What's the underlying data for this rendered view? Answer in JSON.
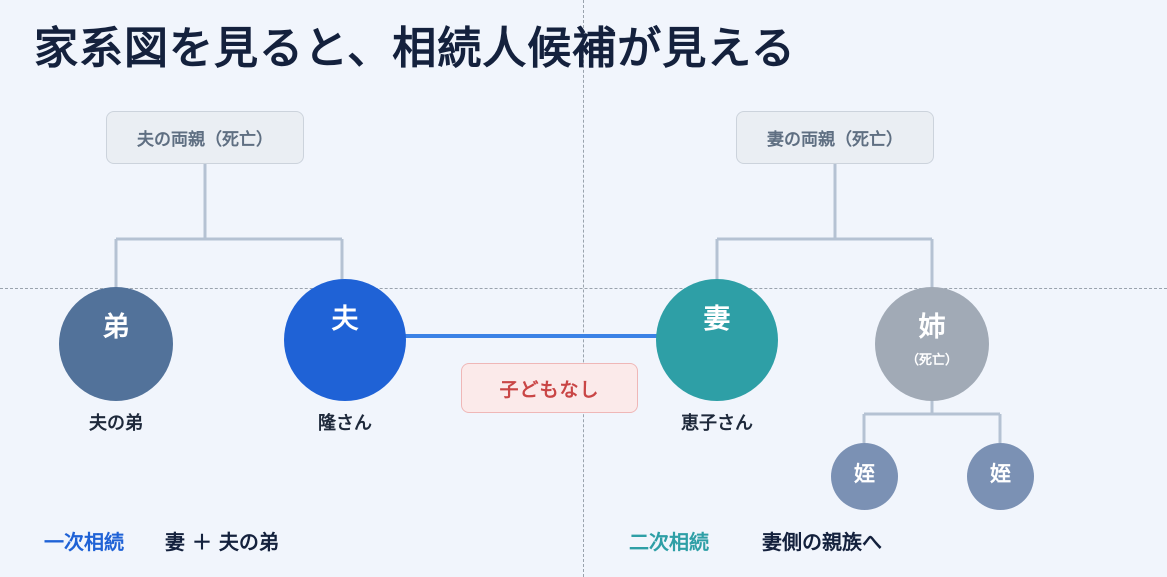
{
  "title": "家系図を見ると、相続人候補が見える",
  "husband_parents": "夫の両親（死亡）",
  "wife_parents": "妻の両親（死亡）",
  "nodes": {
    "brother": {
      "glyph": "弟",
      "name": "夫の弟"
    },
    "husband": {
      "glyph": "夫",
      "name": "隆さん"
    },
    "wife": {
      "glyph": "妻",
      "name": "恵子さん"
    },
    "sister": {
      "glyph": "姉",
      "sub": "（死亡）"
    },
    "niece1": {
      "glyph": "姪"
    },
    "niece2": {
      "glyph": "姪"
    }
  },
  "no_children": "子どもなし",
  "first_label": "一次相続",
  "first_text": "妻 ＋ 夫の弟",
  "second_label": "二次相続",
  "second_text": "妻側の親族へ",
  "colors": {
    "brother": "#52729a",
    "husband": "#1f62d6",
    "wife": "#2e9fa6",
    "sister": "#a1aab6",
    "niece": "#7b91b4",
    "connector": "#b5c2d3",
    "marriage": "#3b82e6",
    "first_label": "#1f62d6",
    "second_label": "#2e9fa6"
  }
}
